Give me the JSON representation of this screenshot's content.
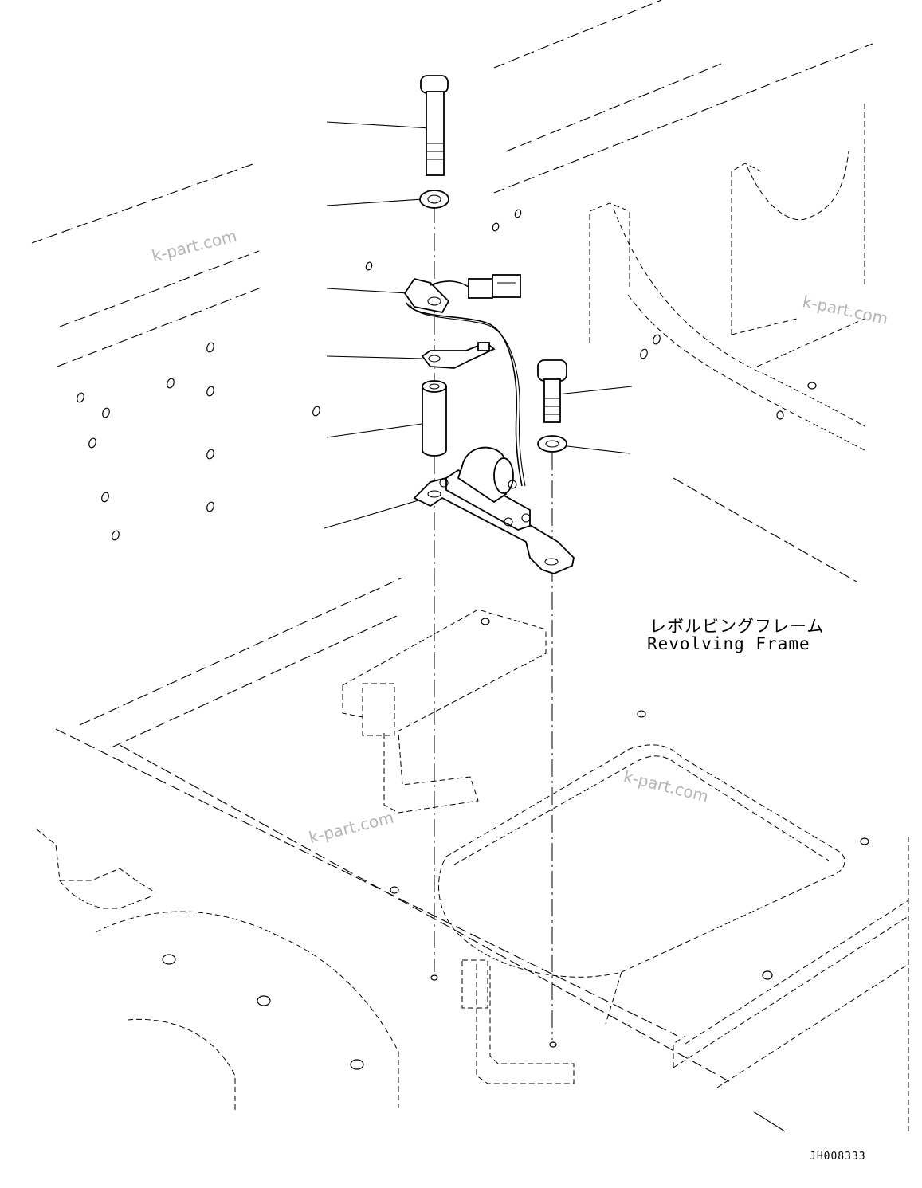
{
  "frame_label": {
    "japanese": "レボルビングフレーム",
    "english": "Revolving Frame"
  },
  "drawing_id": "JH008333",
  "watermarks": [
    "k-part.com",
    "k-part.com",
    "k-part.com",
    "k-part.com"
  ],
  "callouts": [
    {
      "part": "bolt-long"
    },
    {
      "part": "washer-upper"
    },
    {
      "part": "ground-harness"
    },
    {
      "part": "ground-terminal"
    },
    {
      "part": "spacer-collar"
    },
    {
      "part": "bolt-short"
    },
    {
      "part": "washer-right"
    },
    {
      "part": "buzzer-bracket-assembly"
    }
  ],
  "colors": {
    "line": "#000000",
    "background": "#ffffff",
    "watermark": "#b4b4b4"
  }
}
